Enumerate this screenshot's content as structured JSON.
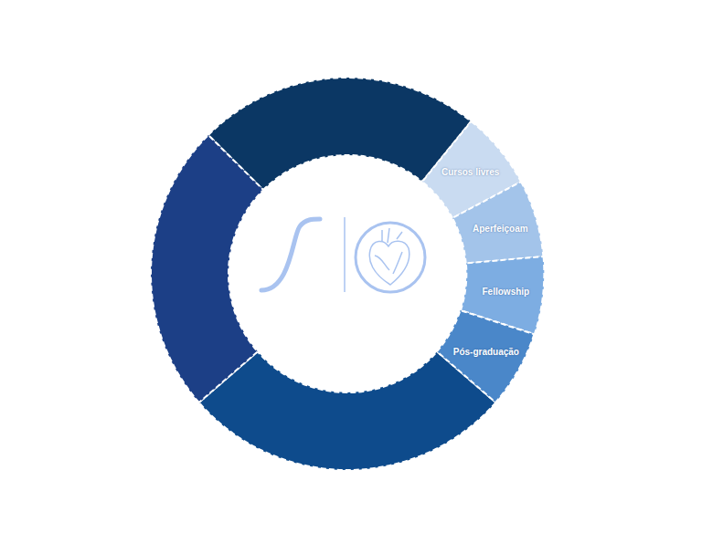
{
  "diagram": {
    "nodes": [
      {
        "text": [
          "Cursos livres"
        ]
      },
      {
        "text": [
          "Aperfeiçoam"
        ]
      },
      {
        "text": [
          "Fellowship"
        ]
      },
      {
        "text": [
          "Pós-graduação"
        ]
      }
    ]
  }
}
